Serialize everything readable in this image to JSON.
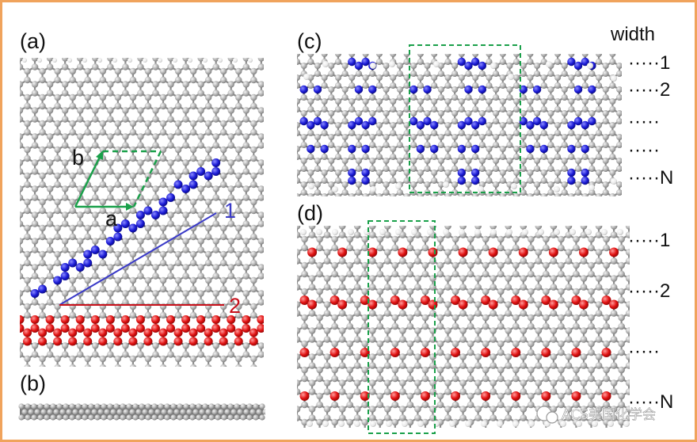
{
  "panels": {
    "a": "(a)",
    "b": "(b)",
    "c": "(c)",
    "d": "(d)"
  },
  "vectors": {
    "a": "a",
    "b": "b"
  },
  "paths": {
    "path1": "1",
    "path2": "2"
  },
  "width_header": "width",
  "width_c": [
    "·····1",
    "·····2",
    "·····",
    "·····",
    "·····N"
  ],
  "width_d": [
    "·····1",
    "·····2",
    "·····",
    "·····N"
  ],
  "watermark": "ACS美国化学会",
  "colors": {
    "carbon": "#9e9e9e",
    "hydrogen": "#f2f2f2",
    "blue_atom": "#1a1ad6",
    "red_atom": "#e01010",
    "green_vector": "#1aa04a",
    "line_blue": "#3a3ac8",
    "line_red": "#c8101a",
    "frame": "#f0a35c"
  }
}
